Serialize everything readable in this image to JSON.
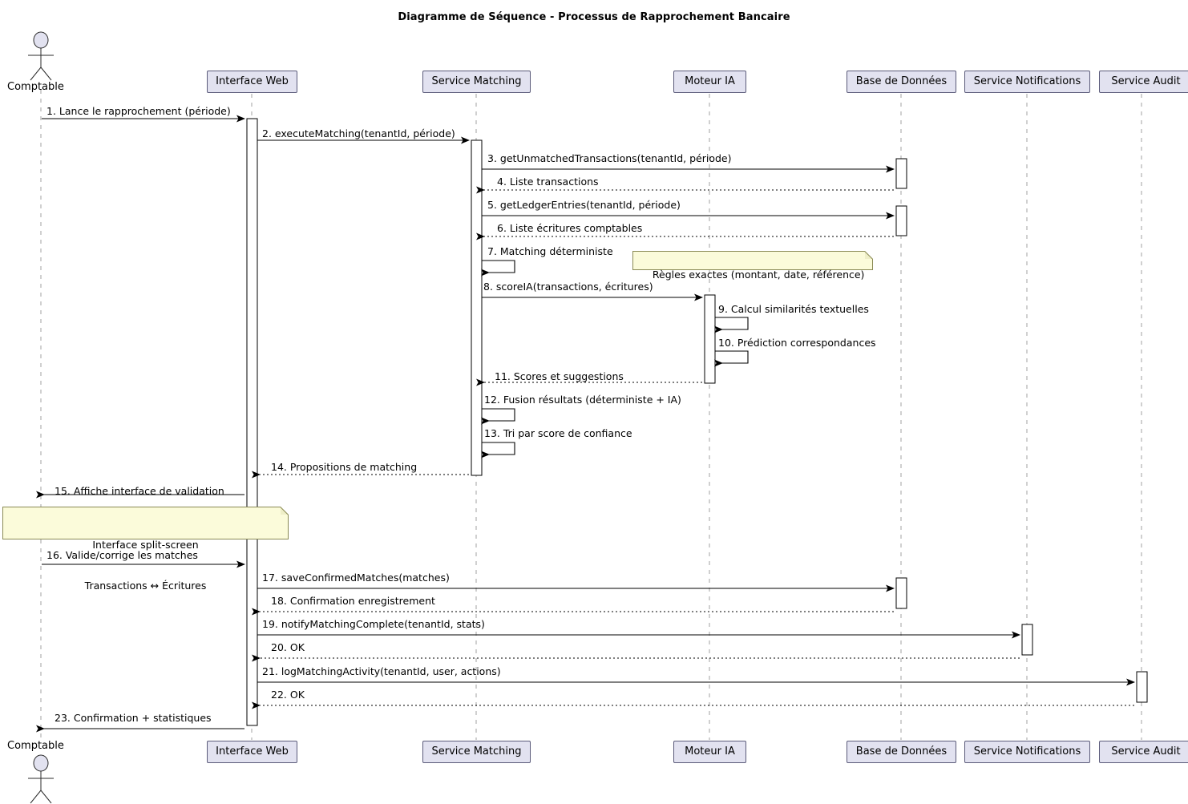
{
  "title": "Diagramme de Séquence - Processus de Rapprochement Bancaire",
  "colors": {
    "participant_fill": "#E2E2F0",
    "participant_border": "#5B5B7A",
    "note_fill": "#FBFBDA",
    "note_border": "#8A8A55",
    "line": "#000000",
    "lifeline": "#A0A0A0"
  },
  "actor": {
    "name": "Comptable",
    "top_label": "Comptable",
    "bottom_label": "Comptable"
  },
  "participants": [
    {
      "id": "interface-web",
      "label": "Interface Web"
    },
    {
      "id": "service-matching",
      "label": "Service Matching"
    },
    {
      "id": "moteur-ia",
      "label": "Moteur IA"
    },
    {
      "id": "base-de-donnees",
      "label": "Base de Données"
    },
    {
      "id": "service-notifications",
      "label": "Service Notifications"
    },
    {
      "id": "service-audit",
      "label": "Service Audit"
    }
  ],
  "messages": [
    {
      "num": "1",
      "label": "1. Lance le rapprochement (période)",
      "from": "Comptable",
      "to": "Interface Web",
      "kind": "call"
    },
    {
      "num": "2",
      "label": "2. executeMatching(tenantId, période)",
      "from": "Interface Web",
      "to": "Service Matching",
      "kind": "call"
    },
    {
      "num": "3",
      "label": "3. getUnmatchedTransactions(tenantId, période)",
      "from": "Service Matching",
      "to": "Base de Données",
      "kind": "call"
    },
    {
      "num": "4",
      "label": "4. Liste transactions",
      "from": "Base de Données",
      "to": "Service Matching",
      "kind": "return"
    },
    {
      "num": "5",
      "label": "5. getLedgerEntries(tenantId, période)",
      "from": "Service Matching",
      "to": "Base de Données",
      "kind": "call"
    },
    {
      "num": "6",
      "label": "6. Liste écritures comptables",
      "from": "Base de Données",
      "to": "Service Matching",
      "kind": "return"
    },
    {
      "num": "7",
      "label": "7. Matching déterministe",
      "from": "Service Matching",
      "to": "Service Matching",
      "kind": "self"
    },
    {
      "num": "8",
      "label": "8. scoreIA(transactions, écritures)",
      "from": "Service Matching",
      "to": "Moteur IA",
      "kind": "call"
    },
    {
      "num": "9",
      "label": "9. Calcul similarités textuelles",
      "from": "Moteur IA",
      "to": "Moteur IA",
      "kind": "self"
    },
    {
      "num": "10",
      "label": "10. Prédiction correspondances",
      "from": "Moteur IA",
      "to": "Moteur IA",
      "kind": "self"
    },
    {
      "num": "11",
      "label": "11. Scores et suggestions",
      "from": "Moteur IA",
      "to": "Service Matching",
      "kind": "return"
    },
    {
      "num": "12",
      "label": "12. Fusion résultats (déterministe + IA)",
      "from": "Service Matching",
      "to": "Service Matching",
      "kind": "self"
    },
    {
      "num": "13",
      "label": "13. Tri par score de confiance",
      "from": "Service Matching",
      "to": "Service Matching",
      "kind": "self"
    },
    {
      "num": "14",
      "label": "14. Propositions de matching",
      "from": "Service Matching",
      "to": "Interface Web",
      "kind": "return"
    },
    {
      "num": "15",
      "label": "15. Affiche interface de validation",
      "from": "Interface Web",
      "to": "Comptable",
      "kind": "call"
    },
    {
      "num": "16",
      "label": "16. Valide/corrige les matches",
      "from": "Comptable",
      "to": "Interface Web",
      "kind": "call"
    },
    {
      "num": "17",
      "label": "17. saveConfirmedMatches(matches)",
      "from": "Interface Web",
      "to": "Base de Données",
      "kind": "call"
    },
    {
      "num": "18",
      "label": "18. Confirmation enregistrement",
      "from": "Base de Données",
      "to": "Interface Web",
      "kind": "return"
    },
    {
      "num": "19",
      "label": "19. notifyMatchingComplete(tenantId, stats)",
      "from": "Interface Web",
      "to": "Service Notifications",
      "kind": "call"
    },
    {
      "num": "20",
      "label": "20. OK",
      "from": "Service Notifications",
      "to": "Interface Web",
      "kind": "return"
    },
    {
      "num": "21",
      "label": "21. logMatchingActivity(tenantId, user, actions)",
      "from": "Interface Web",
      "to": "Service Audit",
      "kind": "call"
    },
    {
      "num": "22",
      "label": "22. OK",
      "from": "Service Audit",
      "to": "Interface Web",
      "kind": "return"
    },
    {
      "num": "23",
      "label": "23. Confirmation + statistiques",
      "from": "Interface Web",
      "to": "Comptable",
      "kind": "call"
    }
  ],
  "notes": [
    {
      "id": "note-regles-exactes",
      "text": "Règles exactes (montant, date, référence)",
      "attached_to": "Service Matching"
    },
    {
      "id": "note-split-screen",
      "line1": "Interface split-screen",
      "line2": "Transactions ↔ Écritures",
      "attached_to": "Interface Web"
    }
  ]
}
